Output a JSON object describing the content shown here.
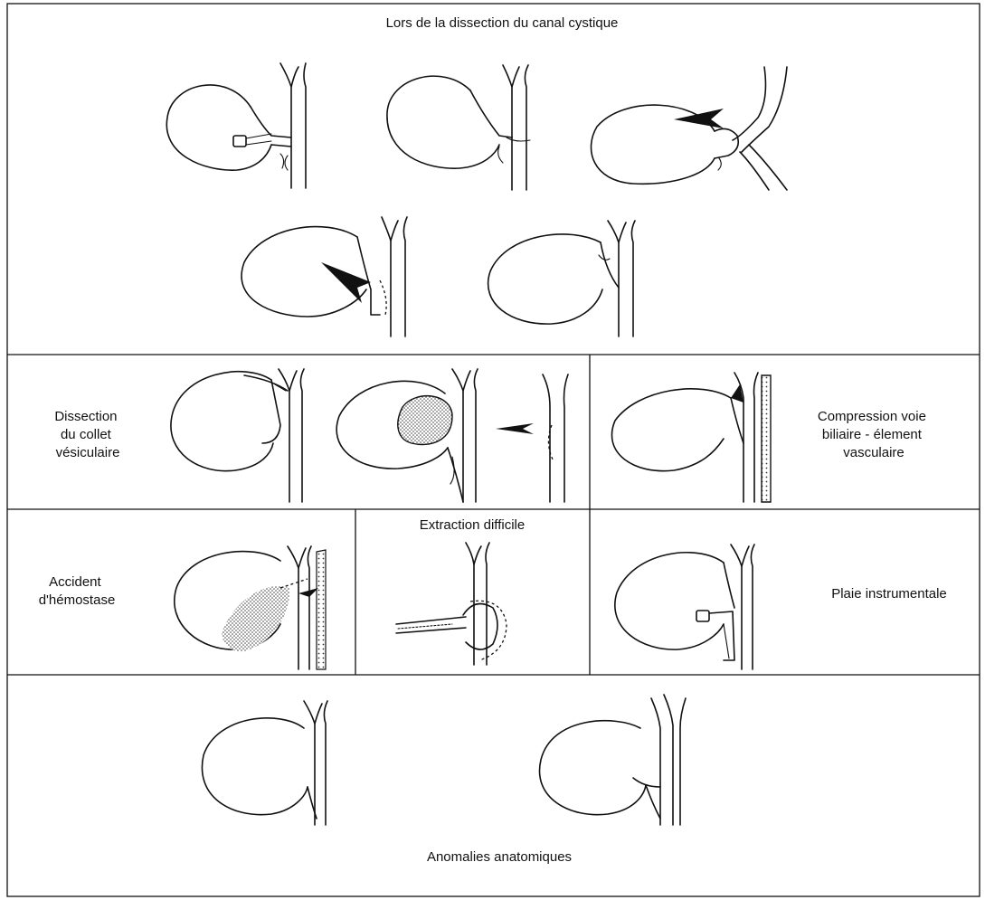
{
  "panels": {
    "cystic_duct": {
      "title": "Lors de la dissection du canal cystique"
    },
    "neck_dissection": {
      "label_lines": [
        "Dissection",
        "du collet",
        "vésiculaire"
      ]
    },
    "compression": {
      "label_lines": [
        "Compression voie",
        "biliaire - élement",
        "vasculaire"
      ]
    },
    "hemostasis": {
      "label_lines": [
        "Accident",
        "d'hémostase"
      ]
    },
    "extraction": {
      "title": "Extraction difficile"
    },
    "instrumental": {
      "label": "Plaie instrumentale"
    },
    "anatomy": {
      "label": "Anomalies anatomiques"
    }
  },
  "colors": {
    "ink": "#111111",
    "background": "#ffffff",
    "stipple": "#444444"
  }
}
